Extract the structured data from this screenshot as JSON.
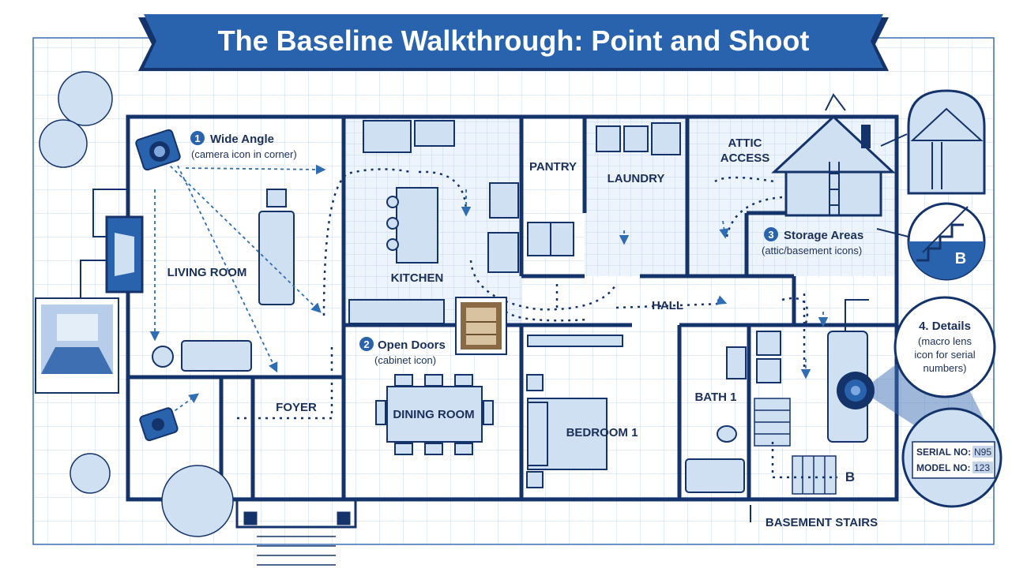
{
  "title": "The Baseline Walkthrough: Point and Shoot",
  "colors": {
    "wall": "#15336b",
    "accent": "#2f6db5",
    "fill_light": "#cfe0f3",
    "grid": "#c7d8ee",
    "banner": "#2a63ad"
  },
  "rooms": {
    "living_room": "LIVING ROOM",
    "kitchen": "KITCHEN",
    "pantry": "PANTRY",
    "laundry": "LAUNDRY",
    "attic_line1": "ATTIC",
    "attic_line2": "ACCESS",
    "hall": "HALL",
    "foyer": "FOYER",
    "dining_room": "DINING ROOM",
    "bedroom": "BEDROOM 1",
    "bath": "BATH 1",
    "basement_marker": "B",
    "basement_stairs": "BASEMENT STAIRS"
  },
  "steps": {
    "s1_num": "1",
    "s1_title": "Wide Angle",
    "s1_note": "(camera icon in corner)",
    "s2_num": "2",
    "s2_title": "Open Doors",
    "s2_note": "(cabinet icon)",
    "s3_num": "3",
    "s3_title": "Storage Areas",
    "s3_note": "(attic/basement icons)",
    "s4_title": "4. Details",
    "s4_note_1": "(macro lens",
    "s4_note_2": "icon for serial",
    "s4_note_3": "numbers)"
  },
  "tag": {
    "serial_label": "SERIAL NO:",
    "serial_value": "N95",
    "model_label": "MODEL NO:",
    "model_value": "123"
  },
  "callout_basement_letter": "B",
  "icons": [
    "camera-icon",
    "cabinet-icon",
    "house-attic-icon",
    "basement-stairs-icon",
    "macro-lens-icon",
    "tree-icon"
  ]
}
